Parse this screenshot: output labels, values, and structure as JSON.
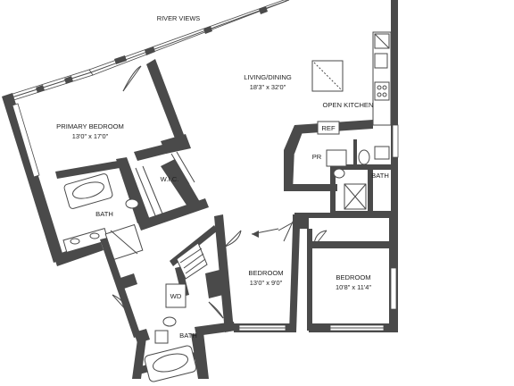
{
  "labels": {
    "views": "RIVER VIEWS",
    "living": "LIVING/DINING",
    "living_dim": "18'3\" x 32'0\"",
    "kitchen": "OPEN KITCHEN",
    "ref": "REF",
    "pr": "PR",
    "bath_main": "BATH",
    "primary": "PRIMARY BEDROOM",
    "primary_dim": "13'0\" x 17'0\"",
    "wic": "W.I.C.",
    "bath_primary": "BATH",
    "bedroom2": "BEDROOM",
    "bedroom2_dim": "13'0\" x 9'0\"",
    "bedroom3": "BEDROOM",
    "bedroom3_dim": "10'8\" x 11'4\"",
    "wd": "WD",
    "bath_lower": "BATH"
  },
  "colors": {
    "wall": "#4a4a4a",
    "text": "#222222",
    "background": "#ffffff"
  }
}
